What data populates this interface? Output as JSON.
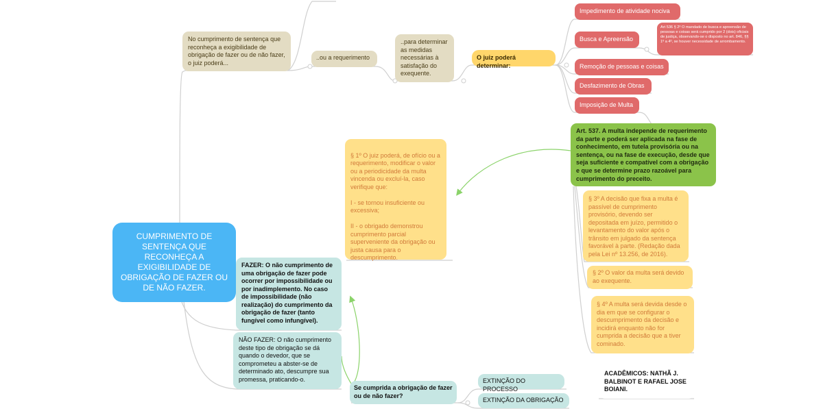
{
  "root": {
    "text": "CUMPRIMENTO DE SENTENÇA QUE RECONHEÇA A EXIGIBILIDADE DE OBRIGAÇÃO DE FAZER OU DE NÃO FAZER."
  },
  "branch_main": {
    "text": "No cumprimento de sentença que reconheça a exigibilidade de obrigação de fazer ou de não fazer, o juiz poderá..."
  },
  "requerimento": {
    "text": "..ou a requerimento"
  },
  "determinar_medidas": {
    "text": "..para determinar as medidas necessárias à satisfação do exequente."
  },
  "juiz_determinar": {
    "text": "O juiz poderá determinar:"
  },
  "medidas": [
    "Impedimento de atividade nociva",
    "Busca e Apreensão",
    "Remoção de pessoas e coisas",
    "Desfazimento de Obras",
    "Imposição de Multa"
  ],
  "busca_nota": {
    "text": "Art 536 § 2º O mandado de busca e apreensão de pessoas e coisas será cumprido por 2 (dois) oficiais de justiça, observando-se o disposto no art. 846, §§ 1º a 4º, se houver necessidade de arrombamento."
  },
  "art537": {
    "text": "Art. 537. A multa independe de requerimento da parte e poderá ser aplicada na fase de conhecimento, em tutela provisória ou na sentença, ou na fase de execução, desde que seja suficiente e compatível com a obrigação e que se determine prazo razoável para cumprimento do preceito."
  },
  "par1": {
    "text": "§ 1º O juiz poderá, de ofício ou a requerimento, modificar o valor ou a periodicidade da multa vincenda ou excluí-la, caso verifique que:\n\nI - se tornou insuficiente ou excessiva;\n\nII - o obrigado demonstrou cumprimento parcial superveniente da obrigação ou justa causa para o descumprimento."
  },
  "par3": {
    "text": "§ 3º A decisão que fixa a multa é passível de cumprimento provisório, devendo ser depositada em juízo, permitido o levantamento do valor após o trânsito em julgado da sentença favorável à parte. (Redação dada pela Lei nº 13.256, de 2016)."
  },
  "par2": {
    "text": "§ 2º O valor da multa será devido ao exequente."
  },
  "par4": {
    "text": "§ 4º A multa será devida desde o dia em que se configurar o descumprimento da decisão e incidirá enquanto não for cumprida a decisão que a tiver cominado."
  },
  "fazer": {
    "text": "FAZER: O não cumprimento de uma obrigação de fazer pode ocorrer por impossibilidade ou por inadimplemento. No caso de impossibilidade (não realização) do cumprimento da obrigação de fazer (tanto fungível como infungível)."
  },
  "nao_fazer": {
    "text": "NÃO FAZER: O não cumprimento deste tipo de obrigação se dá quando o devedor, que se comprometeu a abster-se de determinado ato, descumpre sua promessa, praticando-o."
  },
  "cumprida": {
    "text": "Se cumprida a obrigação de fazer ou de não fazer?"
  },
  "extincao_processo": {
    "text": "EXTINÇÃO DO PROCESSO"
  },
  "extincao_obrigacao": {
    "text": "EXTINÇÃO DA OBRIGAÇÃO"
  },
  "academicos": {
    "text": "ACADÊMICOS: NATHÃ J. BALBINOT E RAFAEL JOSE BOIANI."
  },
  "colors": {
    "root": "#4bb6f5",
    "beige": "#e3dcc3",
    "red": "#e06a6a",
    "yellow": "#ffe08a",
    "teal": "#c6e6e3",
    "green": "#8bc34a",
    "connector": "#cfcfcf",
    "arrow": "#8bd36a"
  }
}
